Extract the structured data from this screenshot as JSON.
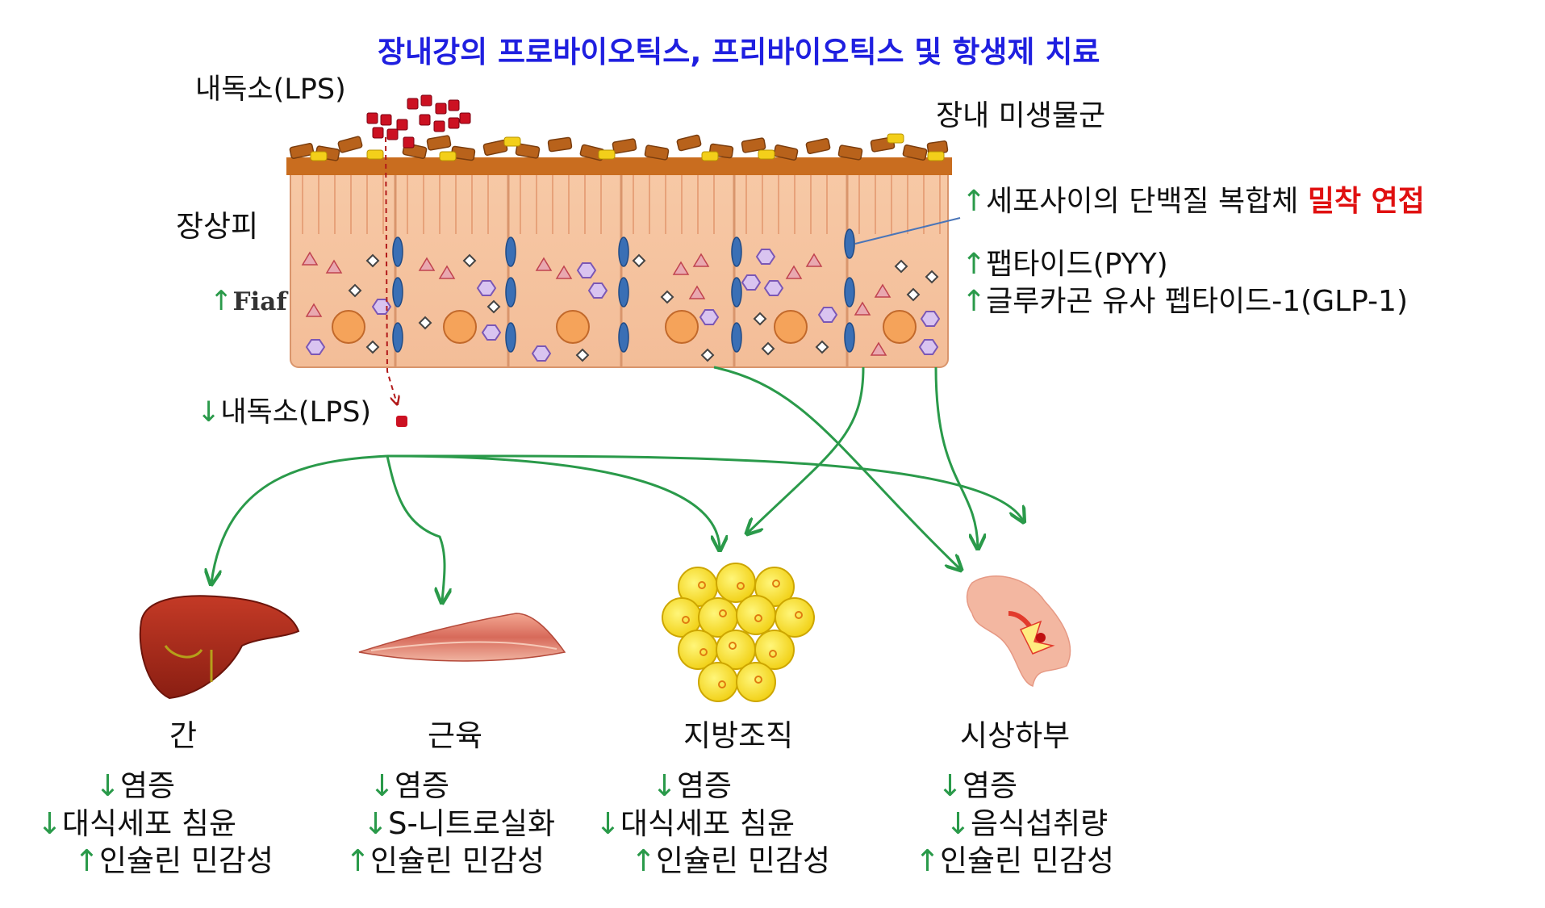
{
  "title": "장내강의 프로바이오틱스, 프리바이오틱스 및 항생제 치료",
  "labels": {
    "lps_top": "내독소(LPS)",
    "microbiota": "장내 미생물군",
    "epithelium": "장상피",
    "fiaf_arrow": "↑",
    "fiaf": "Fiaf",
    "lps_bottom_arrow": "↓",
    "lps_bottom": "내독소(LPS)"
  },
  "right_effects": [
    {
      "arrow": "↑",
      "text": "세포사이의 단백질 복합체 ",
      "highlight": "밀착 연접"
    },
    {
      "arrow": "↑",
      "text": "팹타이드(PYY)"
    },
    {
      "arrow": "↑",
      "text": "글루카곤 유사 펩타이드-1(GLP-1)"
    }
  ],
  "organs": [
    {
      "name": "간",
      "effects": [
        {
          "arrow": "↓",
          "text": "염증"
        },
        {
          "arrow": "↓",
          "text": "대식세포 침윤"
        },
        {
          "arrow": "↑",
          "text": "인슐린 민감성"
        }
      ]
    },
    {
      "name": "근육",
      "effects": [
        {
          "arrow": "↓",
          "text": "염증"
        },
        {
          "arrow": "↓",
          "text": "S-니트로실화"
        },
        {
          "arrow": "↑",
          "text": "인슐린 민감성"
        }
      ]
    },
    {
      "name": "지방조직",
      "effects": [
        {
          "arrow": "↓",
          "text": "염증"
        },
        {
          "arrow": "↓",
          "text": "대식세포 침윤"
        },
        {
          "arrow": "↑",
          "text": "인슐린 민감성"
        }
      ]
    },
    {
      "name": "시상하부",
      "effects": [
        {
          "arrow": "↓",
          "text": "염증"
        },
        {
          "arrow": "↓",
          "text": "음식섭취량"
        },
        {
          "arrow": "↑",
          "text": "인슐린 민감성"
        }
      ]
    }
  ],
  "icons": [
    "liver-icon",
    "muscle-icon",
    "adipose-tissue-icon",
    "hypothalamus-icon"
  ],
  "colors": {
    "title": "#1f1fe0",
    "highlight": "#e01010",
    "arrows": "#2a9a4a",
    "lps": "#cc1122",
    "epithelium": "#f6c9a8",
    "microbiota": "#b8621b"
  }
}
